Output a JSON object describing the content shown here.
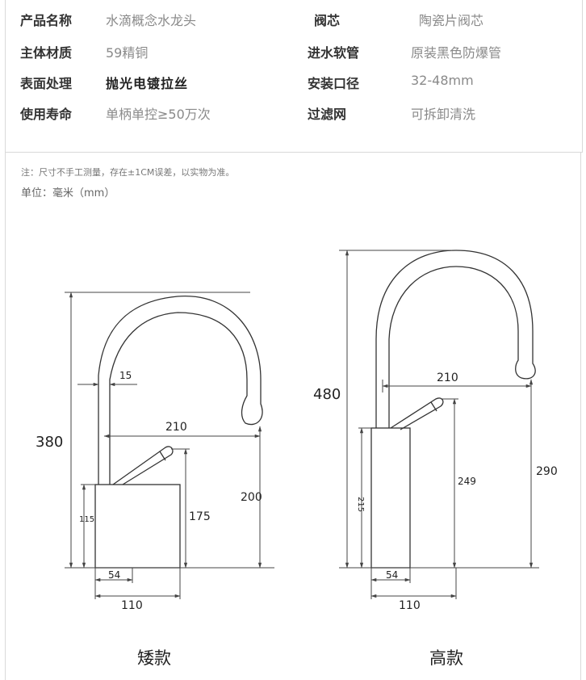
{
  "specs": {
    "left": [
      {
        "label": "产品名称",
        "value": "水滴概念水龙头"
      },
      {
        "label": "主体材质",
        "value": "59精铜"
      },
      {
        "label": "表面处理",
        "value": "抛光电镀拉丝"
      },
      {
        "label": "使用寿命",
        "value": "单柄单控≥50万次"
      }
    ],
    "right": [
      {
        "label": "阀芯",
        "value": "陶瓷片阀芯"
      },
      {
        "label": "进水软管",
        "value": "原装黑色防爆管"
      },
      {
        "label": "安装口径",
        "value": "32-48mm"
      },
      {
        "label": "过滤网",
        "value": "可拆卸清洗"
      }
    ]
  },
  "note": "注：尺寸不手工测量，存在±1CM误差，以实物为准。",
  "unit": "单位：毫米（mm）",
  "short": {
    "title": "矮款",
    "h_total": "380",
    "d_spout": "210",
    "d_pipe": "15",
    "h_spout": "200",
    "h_handle": "175",
    "h_base": "115",
    "w_base": "54",
    "w_total": "110"
  },
  "tall": {
    "title": "高款",
    "h_total": "480",
    "d_spout": "210",
    "h_spout": "290",
    "h_handle": "249",
    "h_base": "215",
    "w_base": "54",
    "w_total": "110"
  }
}
